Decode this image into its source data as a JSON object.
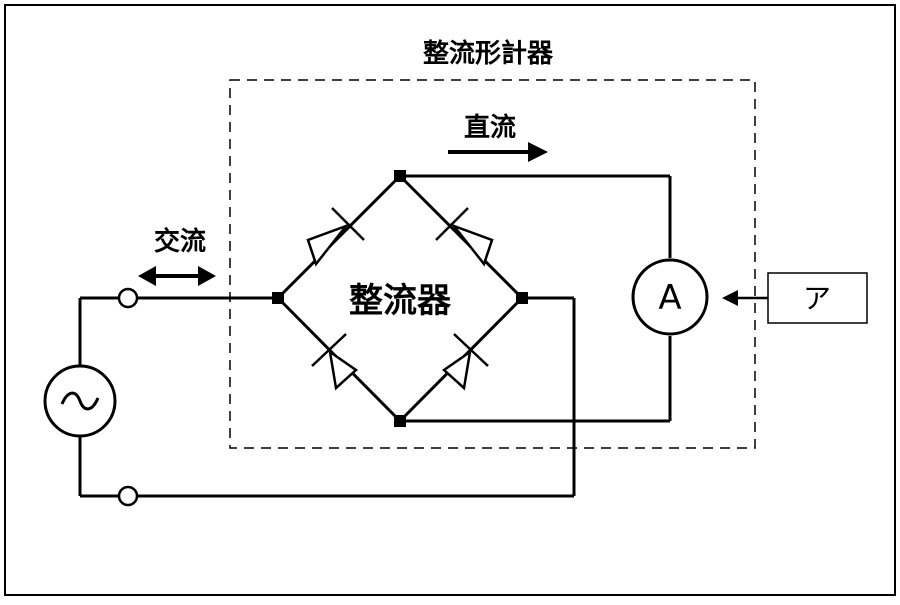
{
  "diagram": {
    "meter_title": "整流形計器",
    "dc_label": "直流",
    "ac_label": "交流",
    "rectifier_label": "整流器",
    "ammeter_symbol": "A",
    "source_symbol": "~",
    "callout_label": "ア"
  }
}
